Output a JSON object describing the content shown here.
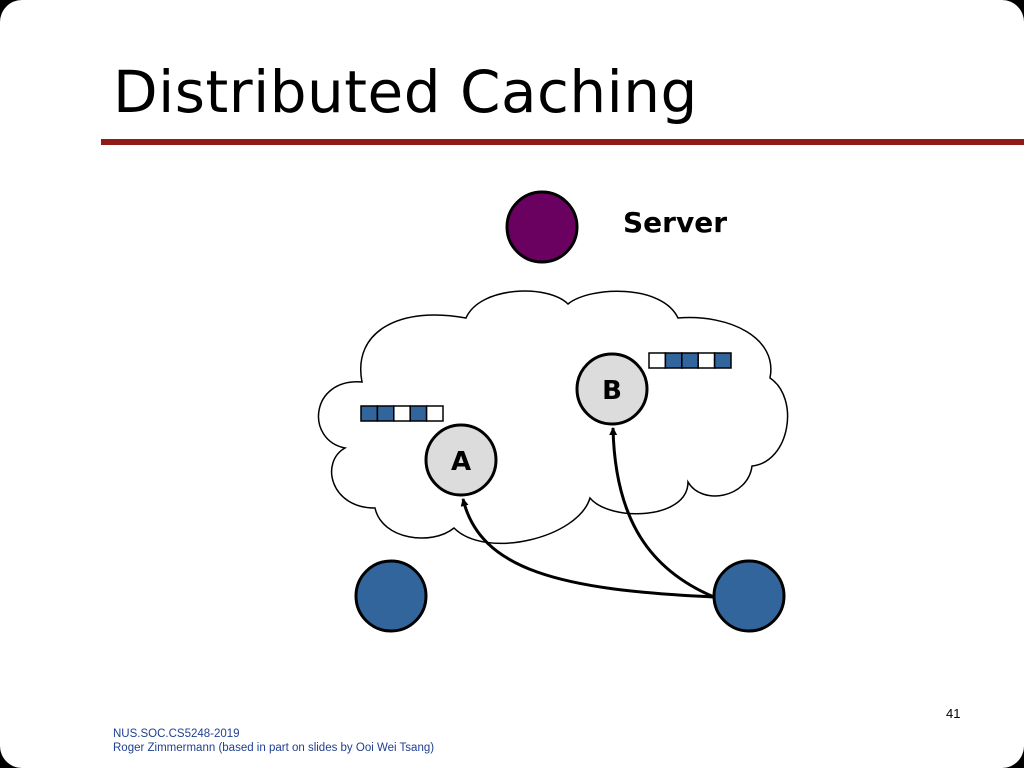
{
  "slide": {
    "title": "Distributed Caching",
    "page_number": "41",
    "footer": {
      "line1": "NUS.SOC.CS5248-2019",
      "line2": "Roger Zimmermann (based in part on slides by Ooi Wei Tsang)"
    }
  },
  "diagram": {
    "server_label": "Server",
    "node_a_label": "A",
    "node_b_label": "B",
    "cache_a_pattern": [
      "filled",
      "filled",
      "empty",
      "filled",
      "empty"
    ],
    "cache_b_pattern": [
      "empty",
      "filled",
      "filled",
      "empty",
      "filled"
    ]
  },
  "colors": {
    "title_rule": "#8f1a18",
    "server": "#6a0060",
    "client": "#31659c",
    "proxy": "#dcdcdc",
    "cache_filled": "#31659c",
    "footer_text": "#1f3f8f"
  }
}
